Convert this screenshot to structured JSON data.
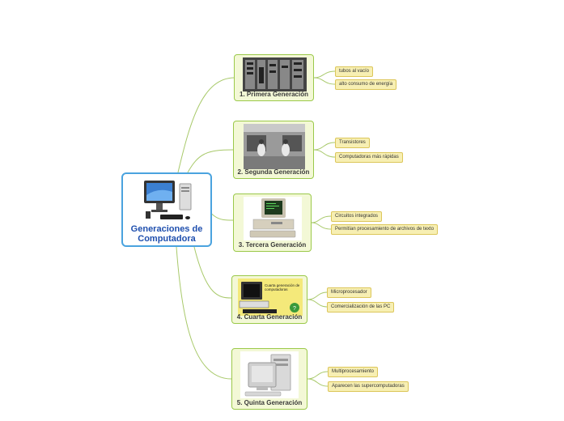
{
  "root": {
    "title": "Generaciones de Computadora",
    "icon": "desktop-computer-icon"
  },
  "generations": [
    {
      "label": "1. Primera Generación",
      "icon": "vacuum-tube-computer-image",
      "items": [
        "tubos al vacío",
        "alto consumo de energía"
      ]
    },
    {
      "label": "2. Segunda Generación",
      "icon": "transistor-computer-room-image",
      "items": [
        "Transistores",
        "Computadoras más rápidas"
      ]
    },
    {
      "label": "3. Tercera Generación",
      "icon": "integrated-circuit-pc-image",
      "items": [
        "Circuitos integrados",
        "Permitían procesamiento de archivos de texto"
      ]
    },
    {
      "label": "4. Cuarta Generación",
      "icon": "microprocessor-pc-image",
      "image_caption": "Cuarta generación de computadoras",
      "items": [
        "Microprocesador",
        "Comercialización de las PC"
      ]
    },
    {
      "label": "5. Quinta Generación",
      "icon": "multiprocessing-pc-image",
      "items": [
        "Multiprocesamiento",
        "Aparecen las supercomputadoras"
      ]
    }
  ],
  "colors": {
    "connector": "#a8c96a",
    "root_border": "#4aa3df",
    "root_title": "#1f4fae",
    "node_fill": "#f3f8d6",
    "leaf_fill": "#f7efb3"
  }
}
